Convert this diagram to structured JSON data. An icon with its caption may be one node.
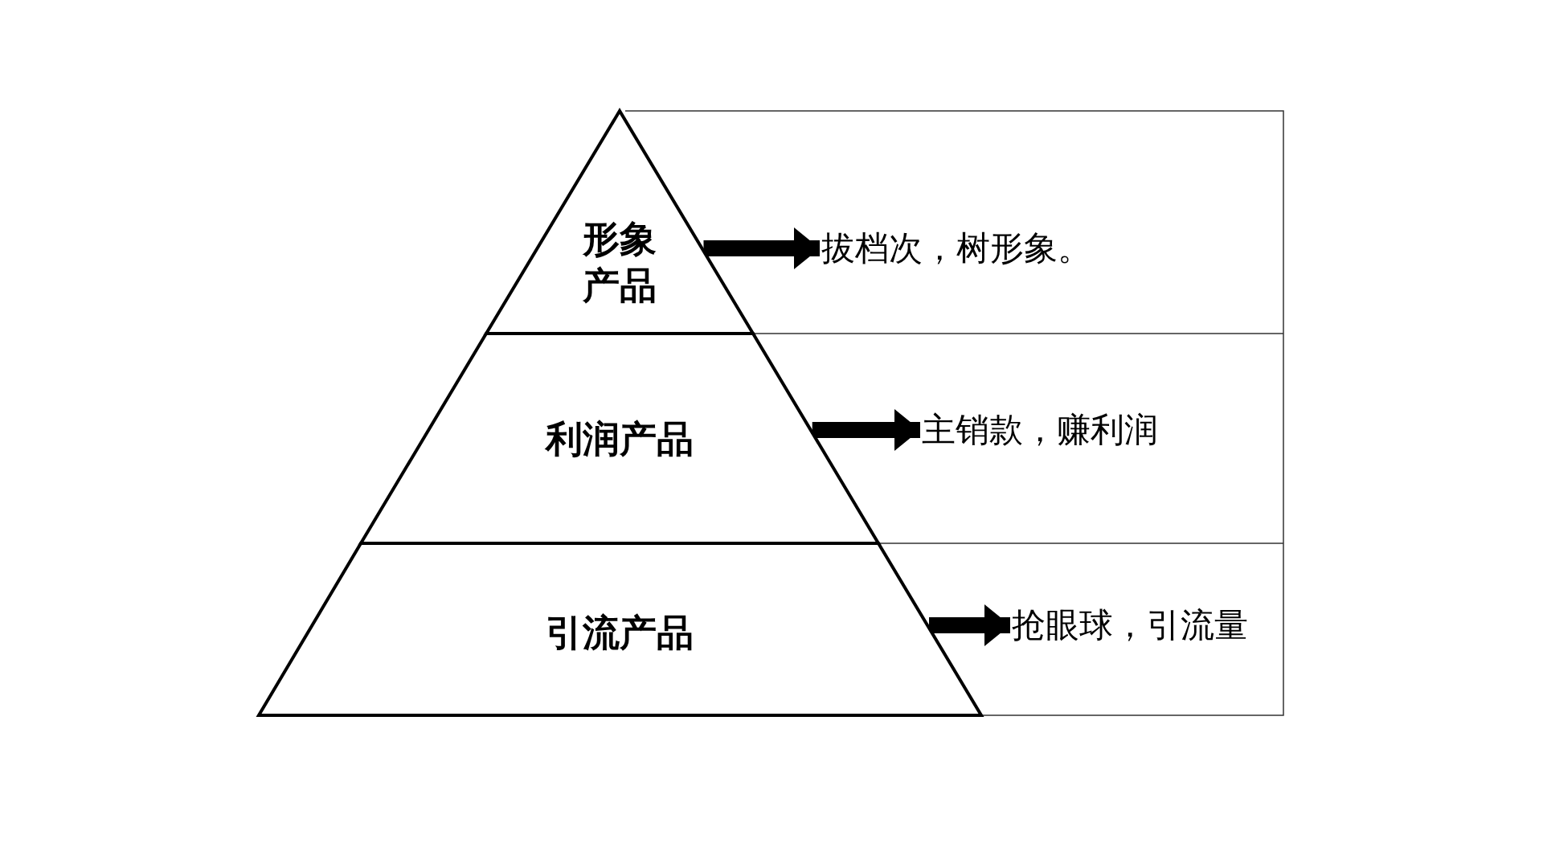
{
  "diagram": {
    "nodes": [
      {
        "text": [
          "形象产品"
        ]
      },
      {
        "text": [
          "利润产品"
        ]
      },
      {
        "text": [
          "引流产品"
        ]
      },
      {
        "text": [
          "拔档次，树形象。"
        ]
      },
      {
        "text": [
          "主销款，赚利润"
        ]
      },
      {
        "text": [
          "抢眼球，引流量"
        ]
      }
    ],
    "edges": [
      {
        "from": 0,
        "to": 3,
        "arrow": "to"
      },
      {
        "from": 1,
        "to": 4,
        "arrow": "to"
      },
      {
        "from": 2,
        "to": 5,
        "arrow": "to"
      }
    ]
  }
}
